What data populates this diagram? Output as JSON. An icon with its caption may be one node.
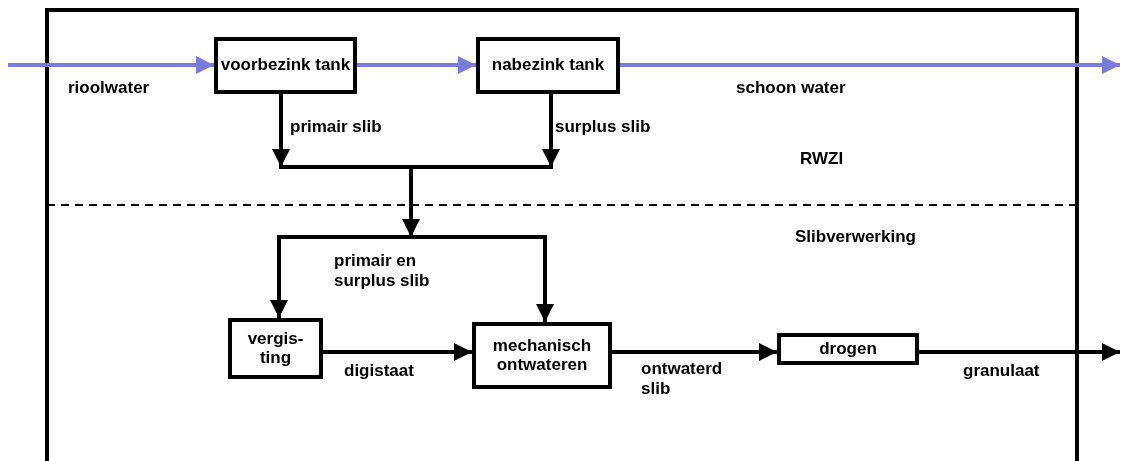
{
  "diagram": {
    "nodes": [
      {
        "text": [
          "voorbezink tank"
        ]
      },
      {
        "text": [
          "nabezink tank"
        ]
      },
      {
        "text": [
          "vergis- ting"
        ]
      },
      {
        "text": [
          "mechanisch ontwateren"
        ]
      },
      {
        "text": [
          "drogen"
        ]
      }
    ],
    "edges": [
      {
        "from": null,
        "to": 0,
        "arrow": "to",
        "label": "rioolwater",
        "color": "#7b7bdb"
      },
      {
        "from": 0,
        "to": 1,
        "arrow": "to",
        "color": "#7b7bdb"
      },
      {
        "from": 1,
        "to": null,
        "arrow": "to",
        "label": "schoon water",
        "color": "#7b7bdb"
      },
      {
        "from": 0,
        "to": 2,
        "arrow": "to"
      },
      {
        "from": 0,
        "to": 3,
        "arrow": "to"
      },
      {
        "from": 1,
        "to": 2,
        "arrow": "to"
      },
      {
        "from": 1,
        "to": 3,
        "arrow": "to"
      },
      {
        "from": 2,
        "to": 3,
        "arrow": "to",
        "label": "digistaat"
      },
      {
        "from": 3,
        "to": 4,
        "arrow": "to",
        "label": "ontwaterd slib"
      },
      {
        "from": 4,
        "to": null,
        "arrow": "to",
        "label": "granulaat"
      }
    ],
    "labels": [
      "primair slib",
      "surplus slib",
      "RWZI",
      "Slibverwerking",
      "primair en surplus slib"
    ]
  }
}
